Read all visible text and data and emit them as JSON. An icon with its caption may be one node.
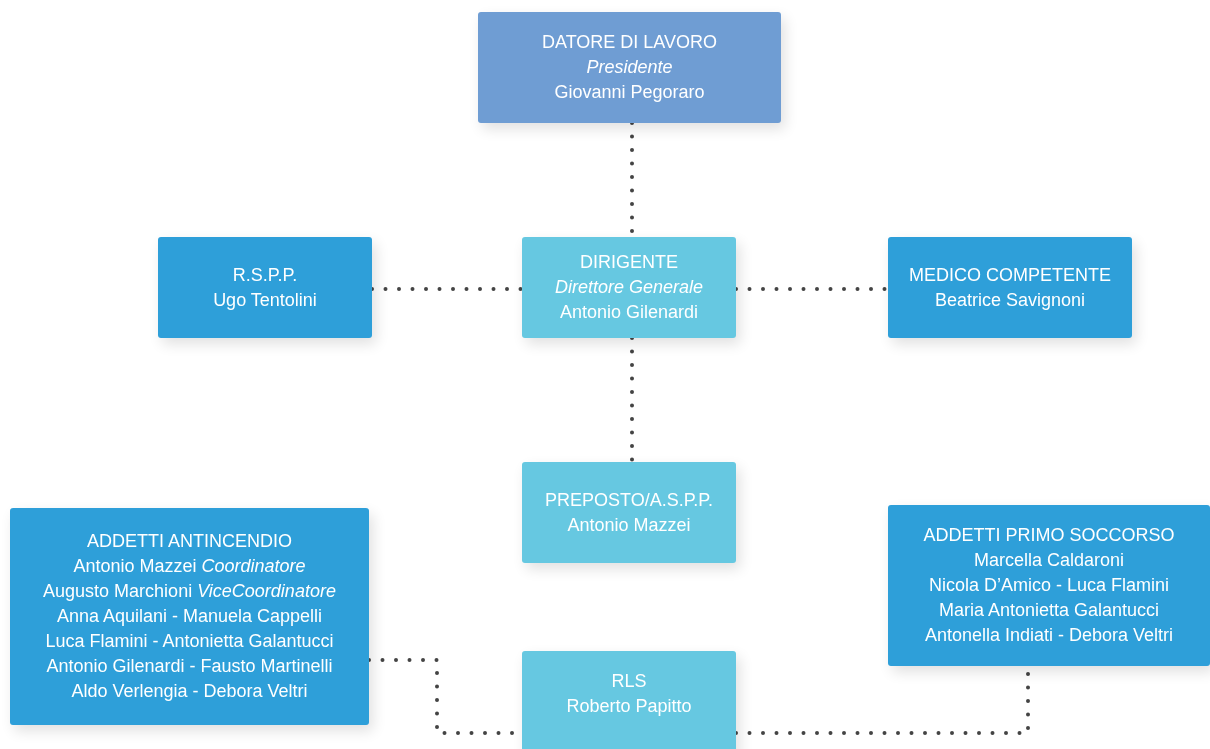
{
  "diagram": {
    "nodes": [
      {
        "text": [
          "DATORE DI LAVORO",
          "Presidente",
          "Giovanni Pegoraro"
        ]
      },
      {
        "text": [
          "R.S.P.P.",
          "Ugo Tentolini"
        ]
      },
      {
        "text": [
          "DIRIGENTE",
          "Direttore Generale",
          "Antonio Gilenardi"
        ]
      },
      {
        "text": [
          "MEDICO COMPETENTE",
          "Beatrice Savignoni"
        ]
      },
      {
        "text": [
          "ADDETTI ANTINCENDIO",
          "Antonio Mazzei *Coordinatore*",
          "Augusto Marchioni *ViceCoordinatore*",
          "Anna Aquilani - Manuela Cappelli",
          "Luca Flamini - Antonietta Galantucci",
          "Antonio Gilenardi - Fausto Martinelli",
          "Aldo Verlengia - Debora Veltri"
        ]
      },
      {
        "text": [
          "PREPOSTO/A.S.P.P.",
          "Antonio Mazzei"
        ]
      },
      {
        "text": [
          "ADDETTI PRIMO SOCCORSO",
          "Marcella Caldaroni",
          "Nicola D’Amico - Luca Flamini",
          "Maria Antonietta Galantucci",
          "Antonella Indiati - Debora Veltri"
        ]
      },
      {
        "text": [
          "RLS",
          "Roberto Papitto"
        ]
      }
    ],
    "edges": [
      {
        "from": 0,
        "to": 2,
        "arrow": "none"
      },
      {
        "from": 1,
        "to": 2,
        "arrow": "none"
      },
      {
        "from": 2,
        "to": 3,
        "arrow": "none"
      },
      {
        "from": 2,
        "to": 5,
        "arrow": "none"
      },
      {
        "from": 4,
        "to": 7,
        "arrow": "none"
      },
      {
        "from": 7,
        "to": 6,
        "arrow": "none"
      }
    ]
  }
}
